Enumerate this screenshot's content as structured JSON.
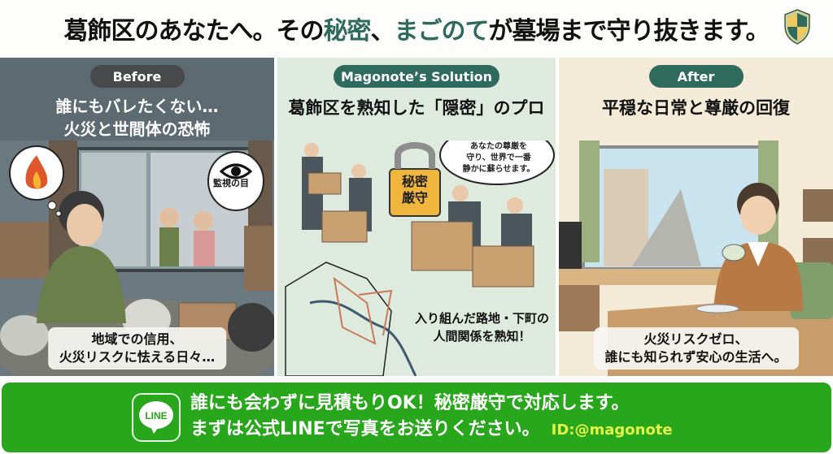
{
  "header": {
    "headline_part1": "葛飾区のあなたへ。その",
    "headline_accent1": "秘密",
    "headline_part2": "、",
    "headline_accent2": "まごのて",
    "headline_part3": "が墓場まで守り抜きます。",
    "icon": "shield-icon",
    "colors": {
      "accent": "#2f6b5c",
      "shield_yellow": "#efc85e",
      "shield_green": "#2f6b5c"
    }
  },
  "panels": [
    {
      "id": "before",
      "pill": "Before",
      "title_line1": "誰にもバレたくない…",
      "title_line2": "火災と世間体の恐怖",
      "bubble_fire_icon": "fire-icon",
      "bubble_eye_icon": "eye-icon",
      "bubble_eye_label": "監視の目",
      "caption_line1": "地域での信用、",
      "caption_line2": "火災リスクに怯える日々…",
      "bg": "#5d6a72"
    },
    {
      "id": "solution",
      "pill": "Magonote’s Solution",
      "title": "葛飾区を熟知した「隠密」のプロ",
      "lock_line1": "秘密",
      "lock_line2": "厳守",
      "speech_line1": "あなたの尊厳を",
      "speech_line2": "守り、世界で一番",
      "speech_line3": "静かに蘇らせます。",
      "map_caption_line1": "入り組んだ路地・下町の",
      "map_caption_line2": "人間関係を熟知！",
      "bg": "#dfeadf"
    },
    {
      "id": "after",
      "pill": "After",
      "title": "平穏な日常と尊厳の回復",
      "caption_line1": "火災リスクゼロ、",
      "caption_line2": "誰にも知られず安心の生活へ。",
      "bg": "#f3ead8"
    }
  ],
  "cta": {
    "icon": "line-app-icon",
    "icon_label": "LINE",
    "line1": "誰にも会わずに見積もりOK！秘密厳守で対応します。",
    "line2": "まずは公式LINEで写真をお送りください。",
    "line_id": "ID:@magonote",
    "colors": {
      "bg": "#29a71c",
      "id_text": "#e3f54a"
    }
  }
}
